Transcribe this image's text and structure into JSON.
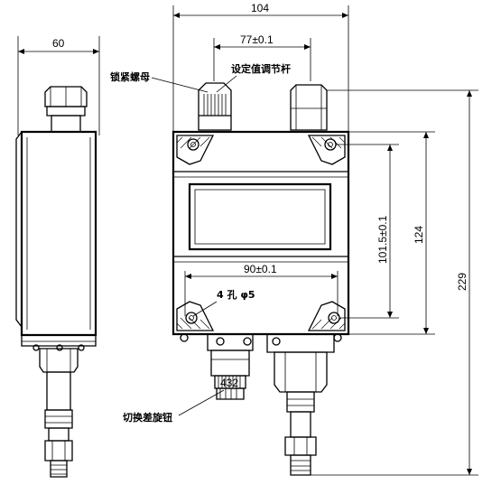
{
  "dimensions": {
    "side_width": "60",
    "overall_width": "104",
    "adjuster_spacing": "77±0.1",
    "mount_width": "90±0.1",
    "mount_height": "101.5±0.1",
    "body_height": "124",
    "overall_height": "229"
  },
  "labels": {
    "lock_nut": "锁紧螺母",
    "setpoint_rod": "设定值调节杆",
    "mount_holes": "4 孔 φ5",
    "switch_button": "切换差旋钮",
    "terminal_numbers": "432"
  }
}
